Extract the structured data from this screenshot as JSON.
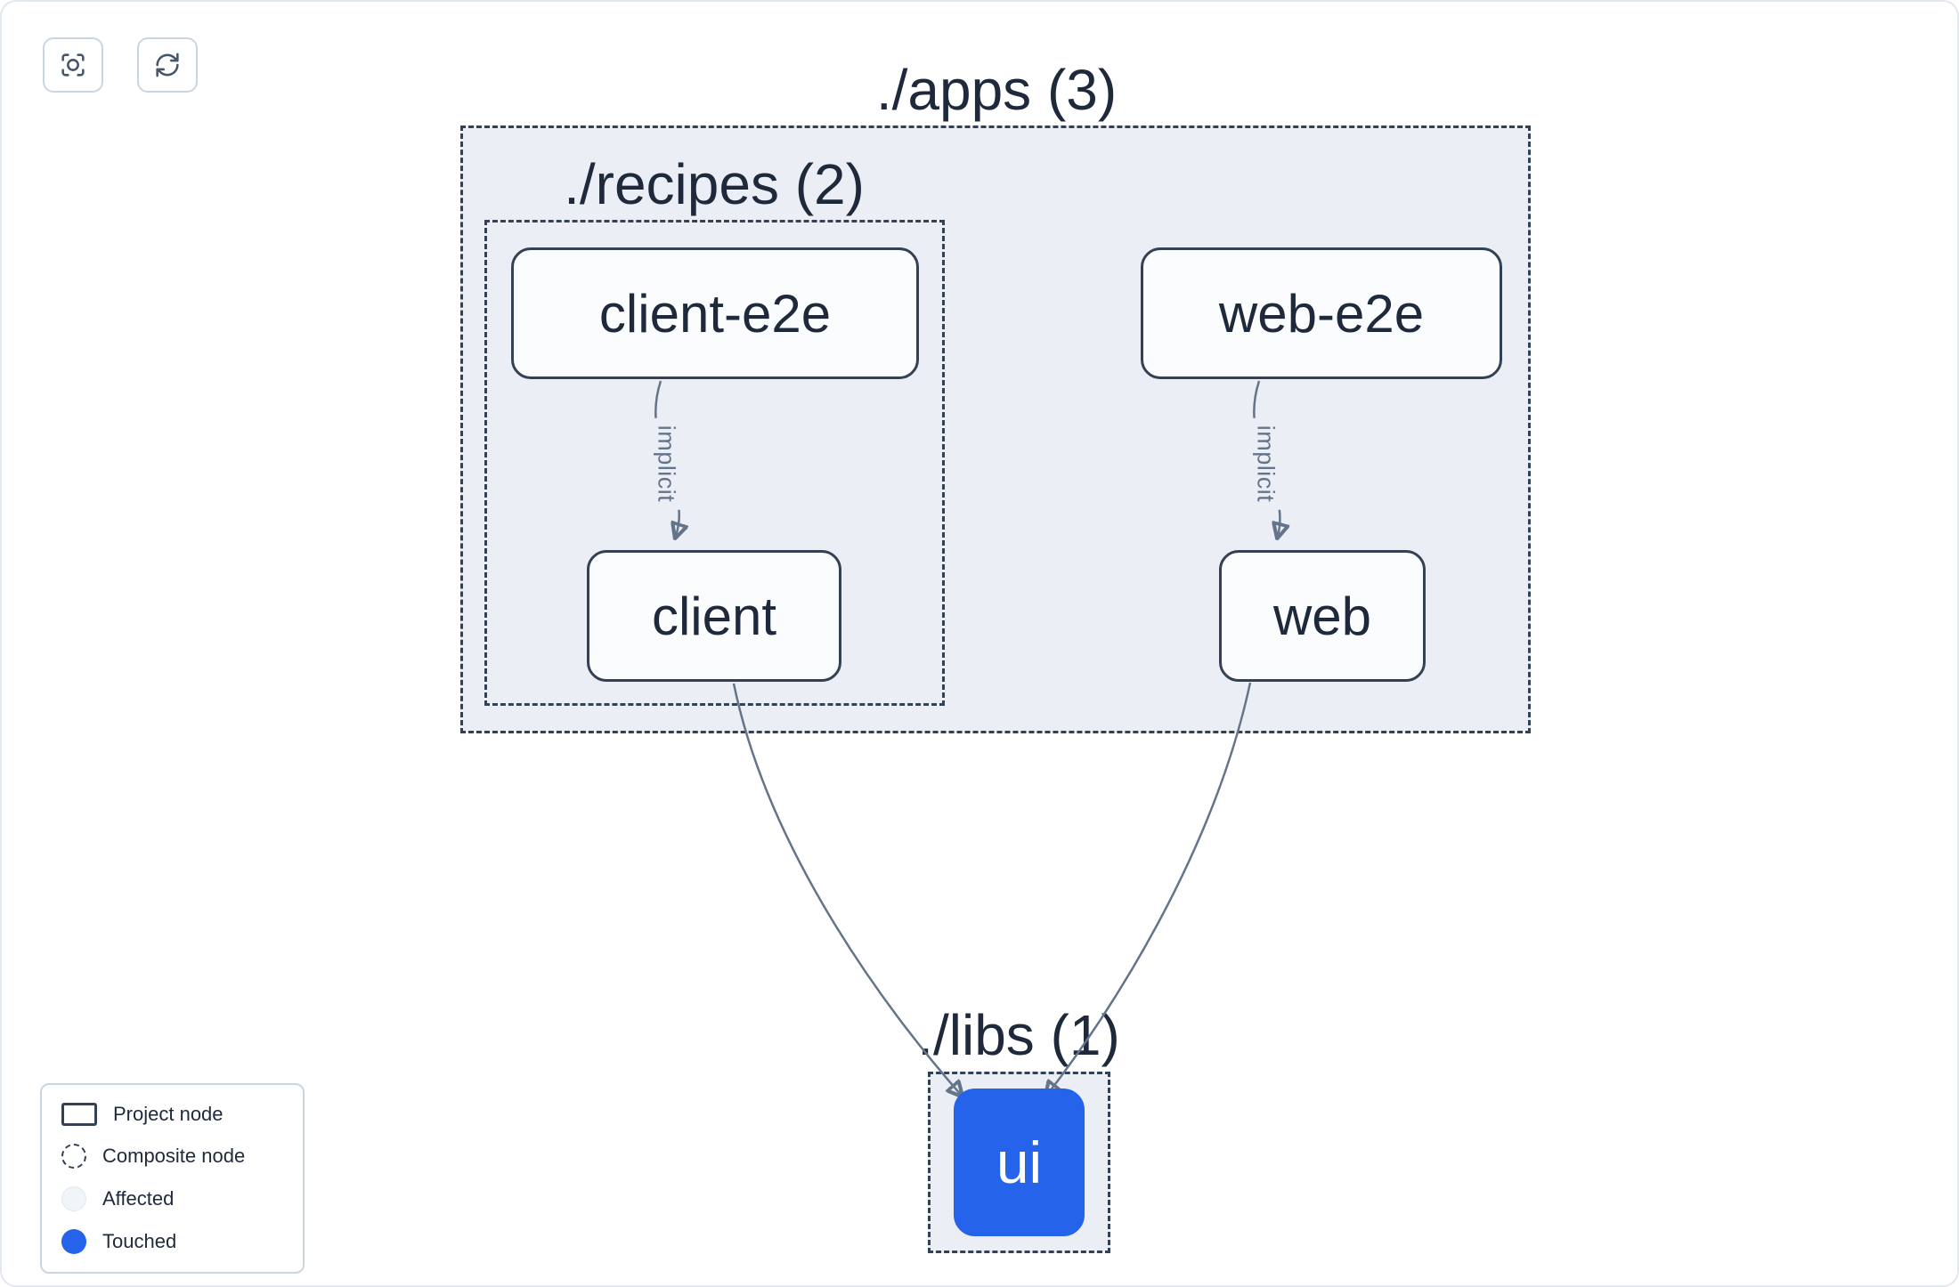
{
  "toolbar": {
    "buttons": [
      {
        "name": "zoom-to-fit",
        "icon": "focus-icon"
      },
      {
        "name": "refresh",
        "icon": "refresh-icon"
      }
    ]
  },
  "graph": {
    "groups": {
      "apps": {
        "label": "./apps (3)"
      },
      "recipes": {
        "label": "./recipes (2)"
      },
      "libs": {
        "label": "./libs (1)"
      }
    },
    "nodes": {
      "client_e2e": {
        "label": "client-e2e",
        "state": "normal"
      },
      "client": {
        "label": "client",
        "state": "normal"
      },
      "web_e2e": {
        "label": "web-e2e",
        "state": "normal"
      },
      "web": {
        "label": "web",
        "state": "normal"
      },
      "ui": {
        "label": "ui",
        "state": "touched"
      }
    },
    "edges": [
      {
        "source": "client-e2e",
        "target": "client",
        "label": "implicit"
      },
      {
        "source": "web-e2e",
        "target": "web",
        "label": "implicit"
      },
      {
        "source": "client",
        "target": "ui",
        "label": ""
      },
      {
        "source": "web",
        "target": "ui",
        "label": ""
      }
    ]
  },
  "legend": {
    "items": [
      {
        "label": "Project node",
        "swatch": "project"
      },
      {
        "label": "Composite node",
        "swatch": "composite"
      },
      {
        "label": "Affected",
        "swatch": "affected"
      },
      {
        "label": "Touched",
        "swatch": "touched"
      }
    ]
  },
  "colors": {
    "accent": "#2563eb",
    "node-border": "#334155",
    "node-bg": "#fbfcfe",
    "edge": "#64748b",
    "composite-bg": "#ebeff5",
    "text": "#1e293b",
    "canvas-border": "#e2e8f0",
    "affected": "#f1f5f9",
    "button-border": "#cbd5e1"
  }
}
